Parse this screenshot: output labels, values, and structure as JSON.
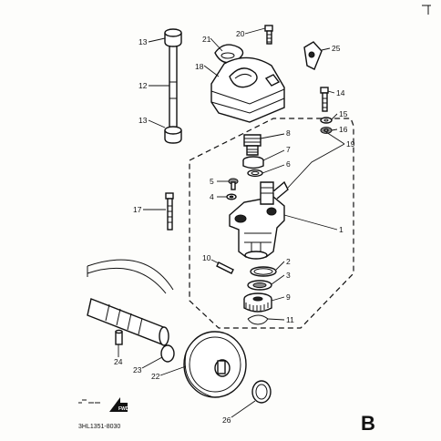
{
  "diagram": {
    "section_letter": "B",
    "drawing_code": "3HL1351-8030",
    "fwd_label": "FWD",
    "callouts": [
      "13",
      "21",
      "20",
      "25",
      "18",
      "12",
      "14",
      "15",
      "16",
      "13",
      "8",
      "7",
      "19",
      "6",
      "5",
      "4",
      "17",
      "1",
      "10",
      "2",
      "3",
      "9",
      "11",
      "24",
      "23",
      "22",
      "26"
    ]
  }
}
